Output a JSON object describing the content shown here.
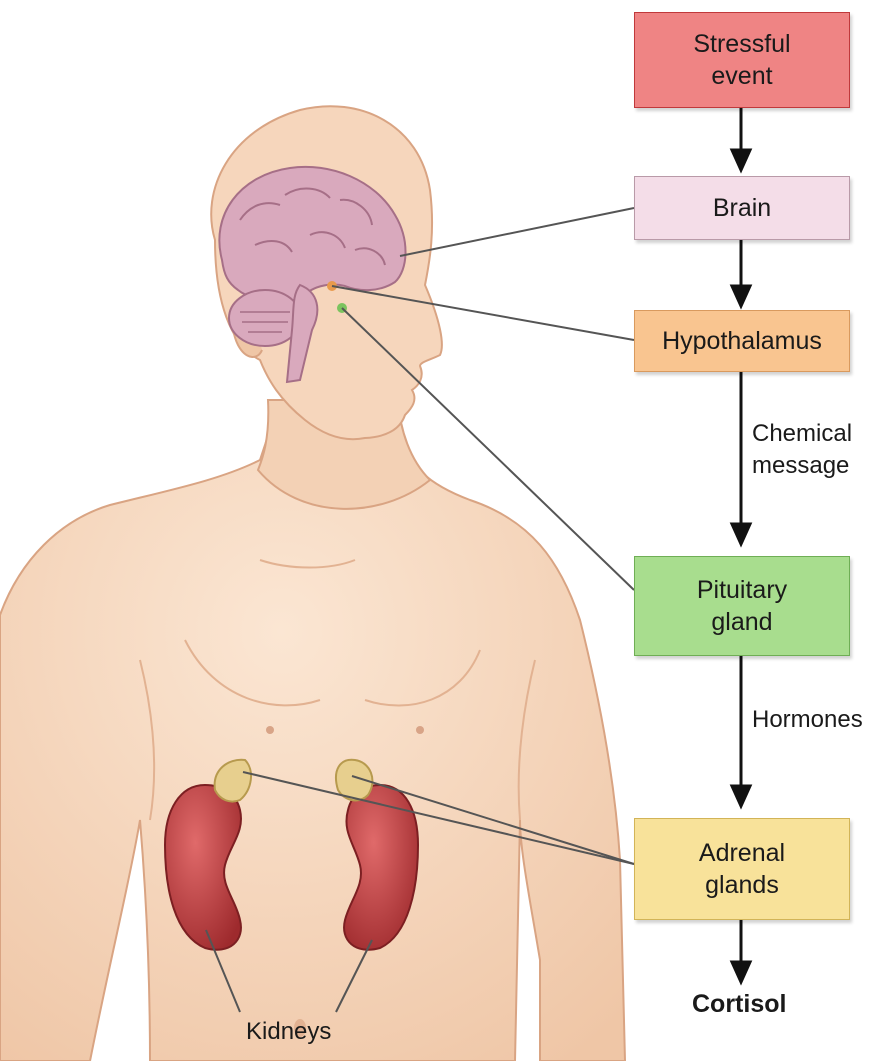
{
  "boxes": {
    "stressful_event": {
      "text": "Stressful\nevent",
      "fill": "#ef8484",
      "border": "#c0393b"
    },
    "brain": {
      "text": "Brain",
      "fill": "#f4dde8",
      "border": "#b99aa8"
    },
    "hypothalamus": {
      "text": "Hypothalamus",
      "fill": "#f9c590",
      "border": "#d99a5e"
    },
    "pituitary": {
      "text": "Pituitary\ngland",
      "fill": "#a8dd8e",
      "border": "#6fae55"
    },
    "adrenal": {
      "text": "Adrenal\nglands",
      "fill": "#f8e29a",
      "border": "#d2b458"
    }
  },
  "arrow_labels": {
    "chemical_message": "Chemical\nmessage",
    "hormones": "Hormones"
  },
  "outcome": "Cortisol",
  "body_labels": {
    "kidneys": "Kidneys"
  },
  "colors": {
    "skin": "#f7d9c1",
    "skin_shade": "#e8b896",
    "brain": "#d9a9bd",
    "kidney": "#c0393b",
    "adrenal": "#e7cf8e",
    "line": "#222222"
  }
}
